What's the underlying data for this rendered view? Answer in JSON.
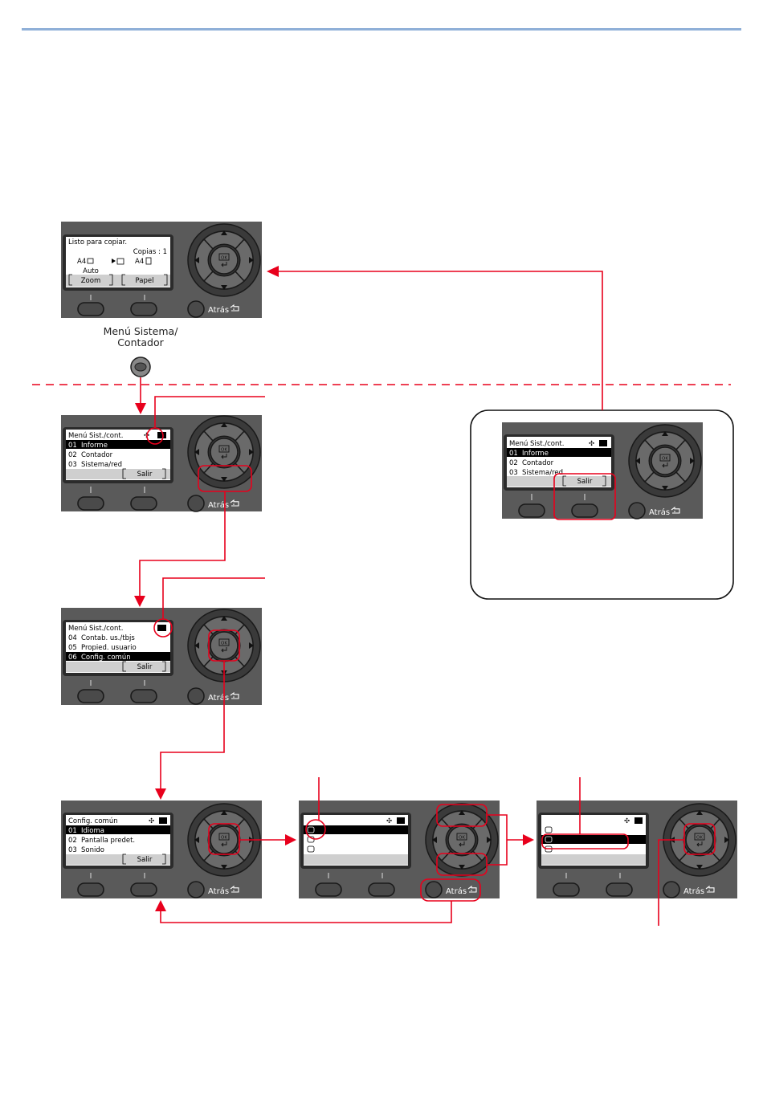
{
  "menu_key_label_line1": "Menú Sistema/",
  "menu_key_label_line2": "Contador",
  "back_label": "Atrás",
  "ok_label": "OK",
  "screen1": {
    "line1": "Listo para copiar.",
    "copies": "Copias  :  1",
    "paper_left": "A4",
    "auto": "Auto",
    "paper_right": "A4",
    "soft_left": "Zoom",
    "soft_right": "Papel"
  },
  "screen2": {
    "title": "Menú Sist./cont.",
    "items": [
      {
        "num": "01",
        "label": "Informe"
      },
      {
        "num": "02",
        "label": "Contador"
      },
      {
        "num": "03",
        "label": "Sistema/red"
      }
    ],
    "softkey": "Salir"
  },
  "screen3": {
    "title": "Menú Sist./cont.",
    "items": [
      {
        "num": "04",
        "label": "Contab. us./tbjs"
      },
      {
        "num": "05",
        "label": "Propied. usuario"
      },
      {
        "num": "06",
        "label": "Config. común"
      }
    ],
    "softkey": "Salir"
  },
  "screen4": {
    "title": "Config. común",
    "items": [
      {
        "num": "01",
        "label": "Idioma"
      },
      {
        "num": "02",
        "label": "Pantalla predet."
      },
      {
        "num": "03",
        "label": "Sonido"
      }
    ],
    "softkey": "Salir"
  },
  "colors": {
    "accent_red": "#e8001c",
    "panel": "#5a5a5a",
    "rule": "#8fb0d8"
  }
}
